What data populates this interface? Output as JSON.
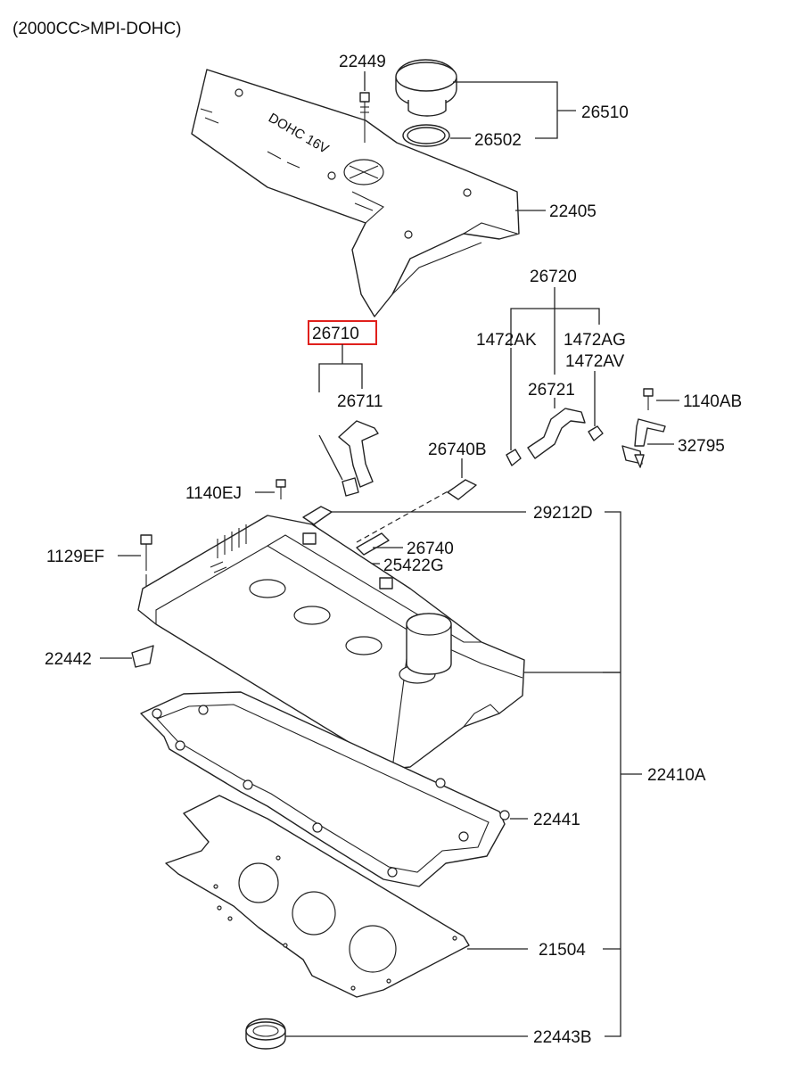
{
  "header": {
    "engine_spec": "(2000CC>MPI-DOHC)"
  },
  "cover_text": "DOHC 16V",
  "highlight_color": "#e0201c",
  "parts": {
    "p22449": "22449",
    "p26510": "26510",
    "p26502": "26502",
    "p22405": "22405",
    "p26720": "26720",
    "p26710": "26710",
    "p1472AK": "1472AK",
    "p1472AG": "1472AG",
    "p1472AV": "1472AV",
    "p26711": "26711",
    "p26721": "26721",
    "p1140AB": "1140AB",
    "p32795": "32795",
    "p26740B": "26740B",
    "p1140EJ": "1140EJ",
    "p29212D": "29212D",
    "p26740": "26740",
    "p1129EF": "1129EF",
    "p25422G": "25422G",
    "p22442": "22442",
    "p22410A": "22410A",
    "p22441": "22441",
    "p21504": "21504",
    "p22443B": "22443B"
  }
}
